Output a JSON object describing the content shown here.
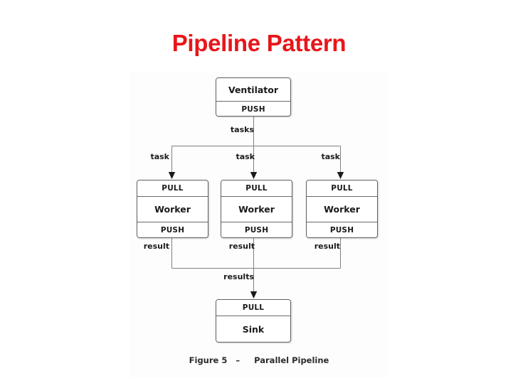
{
  "slide": {
    "title": "Pipeline Pattern",
    "title_color": "#e8161a",
    "background": "#ffffff"
  },
  "figure": {
    "caption": "Figure 5   –     Parallel Pipeline",
    "line_color": "#808080",
    "arrow_color": "#1a1a1a",
    "box_border_color": "#5f5f5f",
    "box_fill": "#ffffff",
    "nodes": {
      "ventilator": {
        "name_label": "Ventilator",
        "socket_label": "PUSH"
      },
      "workers": [
        {
          "in_socket": "PULL",
          "name_label": "Worker",
          "out_socket": "PUSH"
        },
        {
          "in_socket": "PULL",
          "name_label": "Worker",
          "out_socket": "PUSH"
        },
        {
          "in_socket": "PULL",
          "name_label": "Worker",
          "out_socket": "PUSH"
        }
      ],
      "sink": {
        "socket_label": "PULL",
        "name_label": "Sink"
      }
    },
    "edges": {
      "tasks_trunk": "tasks",
      "task_branches": [
        "task",
        "task",
        "task"
      ],
      "result_branches": [
        "result",
        "result",
        "result"
      ],
      "results_trunk": "results"
    }
  }
}
